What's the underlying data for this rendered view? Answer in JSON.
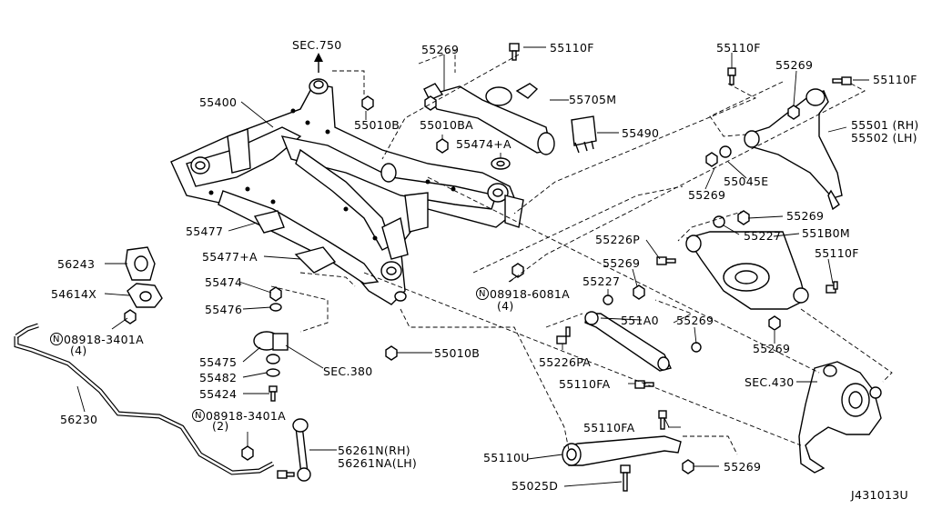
{
  "diagram_id": "J431013U",
  "labels": {
    "sec750": "SEC.750",
    "p55400": "55400",
    "p55269_a": "55269",
    "p55110F_a": "55110F",
    "p55010B_a": "55010B",
    "p55010BA": "55010BA",
    "p55705M": "55705M",
    "p55474plusA": "55474+A",
    "p55490": "55490",
    "p55110F_b": "55110F",
    "p55269_b": "55269",
    "p55110F_c": "55110F",
    "p55501": "55501 (RH)",
    "p55502": "55502 (LH)",
    "p55045E": "55045E",
    "p55269_c": "55269",
    "p55269_d": "55269",
    "p55227_a": "55227",
    "p551B0M": "551B0M",
    "p55226P": "55226P",
    "p55110F_d": "55110F",
    "p55269_e": "55269",
    "p55227_b": "55227",
    "p08918_6081A": "08918-6081A",
    "qty4_a": "(4)",
    "p551A0": "551A0",
    "p55269_f": "55269",
    "p55269_g": "55269",
    "p55226PA": "55226PA",
    "p55110FA_a": "55110FA",
    "sec430": "SEC.430",
    "p55477": "55477",
    "p55477plusA": "55477+A",
    "p56243": "56243",
    "p55474": "55474",
    "p54614X": "54614X",
    "p55476": "55476",
    "p08918_3401A_a": "08918-3401A",
    "qty4_b": "(4)",
    "p55475": "55475",
    "sec380": "SEC.380",
    "p55482": "55482",
    "p55424": "55424",
    "p55010B_b": "55010B",
    "p08918_3401A_b": "08918-3401A",
    "qty2": "(2)",
    "p56230": "56230",
    "p56261N": "56261N(RH)",
    "p56261NA": "56261NA(LH)",
    "p55110FA_b": "55110FA",
    "p55110U": "55110U",
    "p55269_h": "55269",
    "p55025D": "55025D",
    "n_symbol": "N"
  }
}
